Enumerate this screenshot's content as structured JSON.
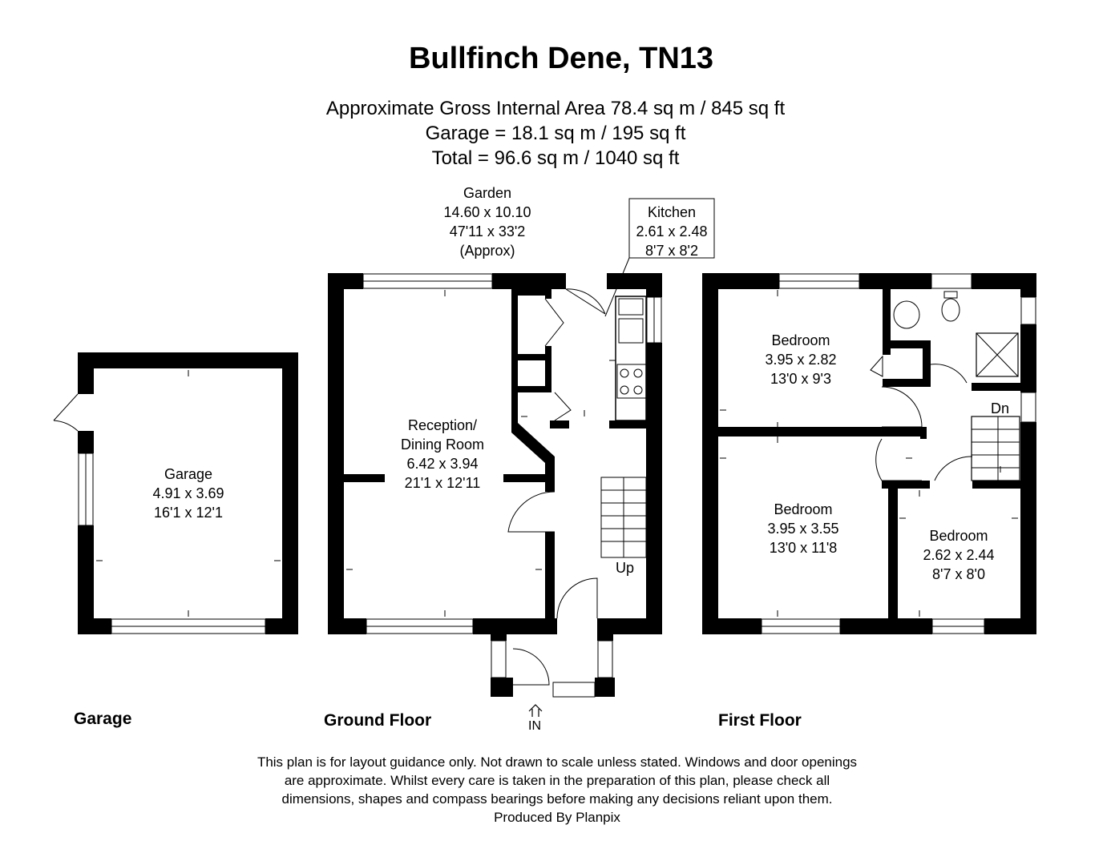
{
  "title": "Bullfinch Dene, TN13",
  "areas": [
    "Approximate Gross Internal Area 78.4 sq m / 845 sq ft",
    "Garage = 18.1 sq m / 195 sq ft",
    "Total =  96.6 sq m / 1040 sq ft"
  ],
  "rooms": {
    "garden": {
      "name": "Garden",
      "metric": "14.60 x 10.10",
      "imperial": "47'11 x 33'2",
      "note": "(Approx)"
    },
    "kitchen": {
      "name": "Kitchen",
      "metric": "2.61 x 2.48",
      "imperial": "8'7 x 8'2"
    },
    "reception": {
      "name1": "Reception/",
      "name2": "Dining Room",
      "metric": "6.42 x 3.94",
      "imperial": "21'1 x 12'11"
    },
    "garage": {
      "name": "Garage",
      "metric": "4.91 x 3.69",
      "imperial": "16'1 x 12'1"
    },
    "bedroom1": {
      "name": "Bedroom",
      "metric": "3.95 x 2.82",
      "imperial": "13'0 x 9'3"
    },
    "bedroom2": {
      "name": "Bedroom",
      "metric": "3.95 x 3.55",
      "imperial": "13'0 x 11'8"
    },
    "bedroom3": {
      "name": "Bedroom",
      "metric": "2.62 x 2.44",
      "imperial": "8'7 x 8'0"
    }
  },
  "stairs": {
    "up": "Up",
    "down": "Dn"
  },
  "entrance": "IN",
  "floors": {
    "garage": "Garage",
    "ground": "Ground Floor",
    "first": "First Floor"
  },
  "disclaimer": [
    "This plan is for layout guidance only. Not drawn to scale unless stated. Windows and door openings",
    "are approximate. Whilst every care is taken in the preparation of this plan, please check all",
    "dimensions, shapes and compass bearings before making any decisions reliant upon them.",
    "Produced By Planpix"
  ]
}
